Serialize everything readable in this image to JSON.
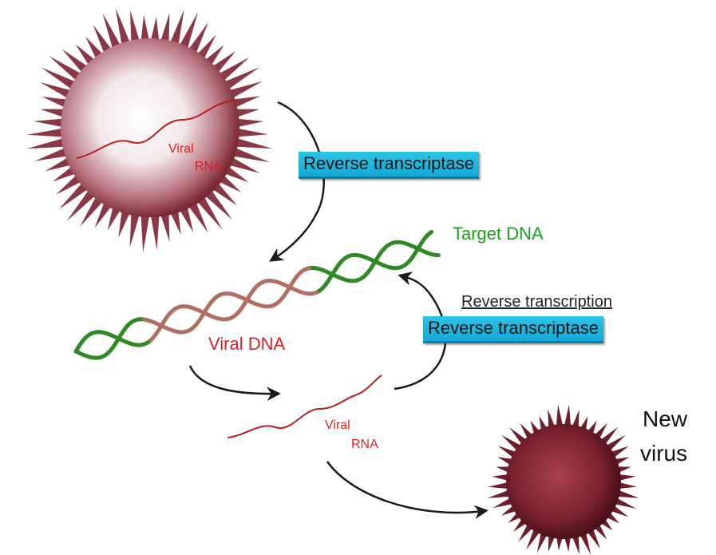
{
  "labels": {
    "viral_rna_top_1": "Viral",
    "viral_rna_top_2": "RNA",
    "reverse_transcriptase_top": "Reverse transcriptase",
    "target_dna": "Target DNA",
    "reverse_transcription": "Reverse transcription",
    "reverse_transcriptase_mid": "Reverse transcriptase",
    "viral_dna": "Viral DNA",
    "viral_rna_bottom_1": "Viral",
    "viral_rna_bottom_2": "RNA",
    "new_virus_1": "New",
    "new_virus_2": "virus"
  },
  "colors": {
    "viral_strand": "#b82020",
    "dna_green": "#2e8a22",
    "dna_brown": "#b07060",
    "label_red": "#e02020",
    "label_green": "#1aa01a",
    "box_blue": "#22b8e0",
    "virus_spike": "#8a2a35",
    "arrow": "#1a1a1a"
  }
}
